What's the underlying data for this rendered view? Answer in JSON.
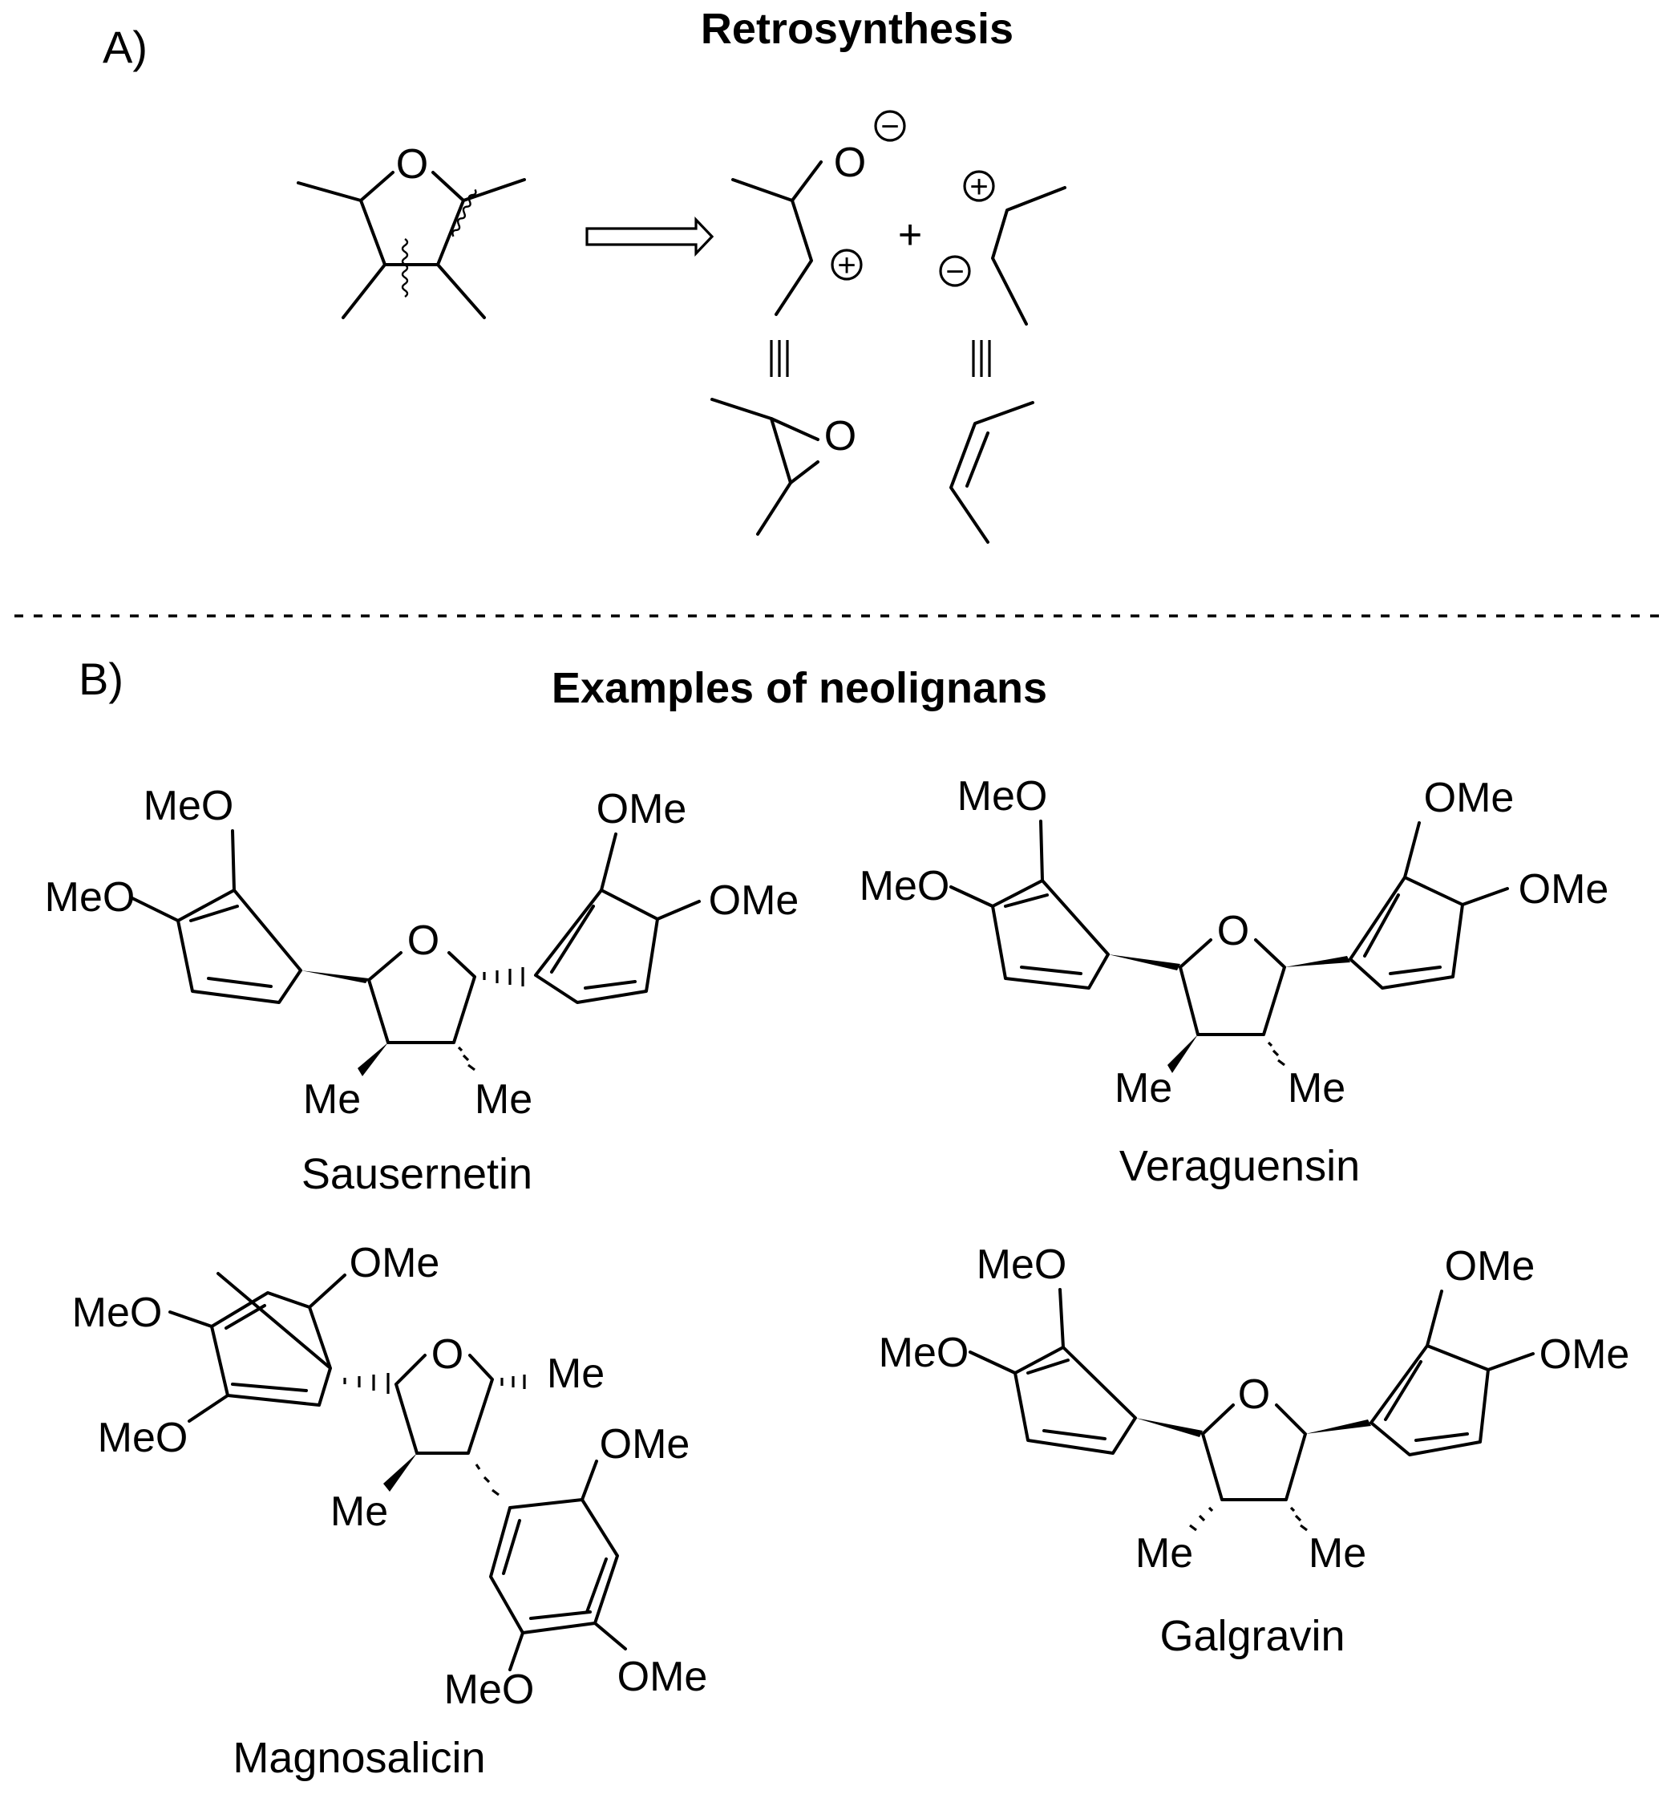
{
  "panel_a": {
    "label": "A)",
    "title": "Retrosynthesis",
    "plus_sign": "+",
    "atoms": {
      "oxygen": "O"
    },
    "charges": {
      "plus": "+",
      "minus": "−"
    }
  },
  "panel_b": {
    "label": "B)",
    "title": "Examples of neolignans",
    "groups": {
      "methoxy_left": "MeO",
      "methoxy_right": "OMe",
      "methyl": "Me",
      "oxygen": "O"
    },
    "compounds": [
      {
        "name": "Sausernetin"
      },
      {
        "name": "Veraguensin"
      },
      {
        "name": "Magnosalicin"
      },
      {
        "name": "Galgravin"
      }
    ]
  }
}
